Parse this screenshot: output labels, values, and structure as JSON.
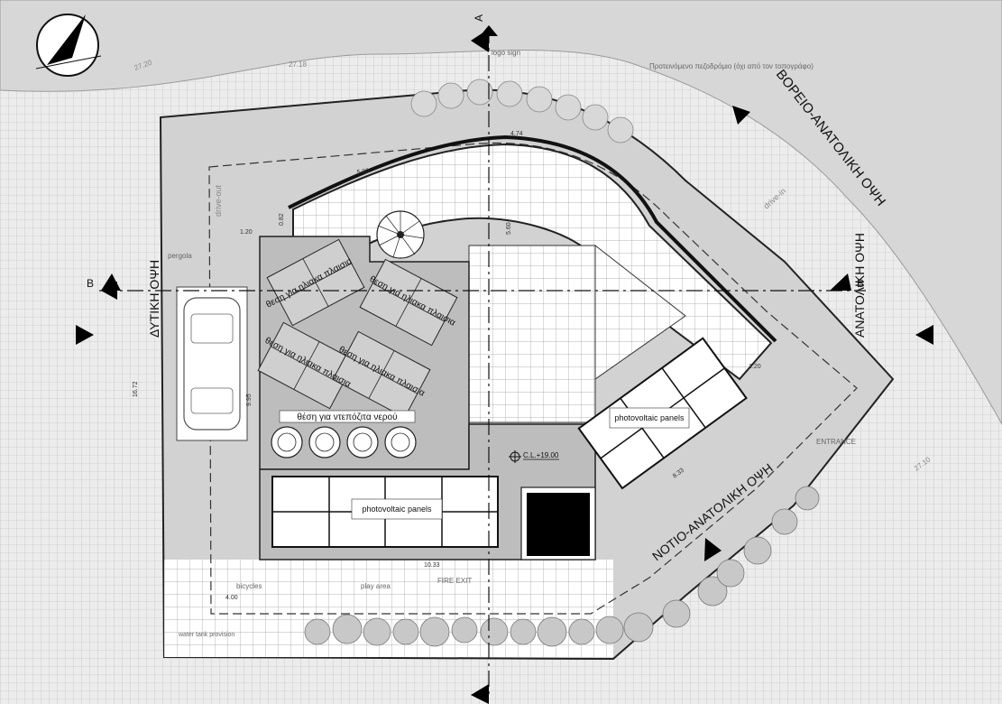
{
  "titles": {
    "north_east": "ΒΟΡΕΙΟ-ΑΝΑΤΟΛΙΚΗ ΟΨΗ",
    "east": "ΑΝΑΤΟΛΙΚΗ ΟΨΗ",
    "west": "ΔΥΤΙΚΗ ΟΨΗ",
    "south_east": "ΝΟΤΙΟ-ΑΝΑΤΟΛΙΚΗ ΟΨΗ"
  },
  "sections": {
    "a": "A",
    "b": "B"
  },
  "solar_panel_spots": [
    "θεση για ηλιακα πλαισια",
    "θεση για ηλιακα πλαισια",
    "θεση για ηλιακα πλαισια",
    "θεση για ηλιακα πλαισια"
  ],
  "water_tanks_label": "θέση για ντεπόζιτα νερού",
  "pv_panels": [
    "photovoltaic panels",
    "photovoltaic panels"
  ],
  "ceiling_level": "C.L.+19.00",
  "misc": {
    "sidewalk": "Προτεινόμενο πεζοδρόμιο (όχι από τον τοπογράφο)",
    "logo_sign": "logo sign",
    "pergola": "pergola",
    "drive_out": "drive-out",
    "drive_in": "drive-in",
    "entrance": "ENTRANCE",
    "fire_exit": "FIRE EXIT",
    "bicycles": "bicycles",
    "play_area": "play area",
    "water_tank_provision": "water tank provision"
  },
  "dimensions": {
    "d500": "5.00",
    "d474": "4.74",
    "d120": "1.20",
    "d082": "0.82",
    "d560": "5.60",
    "d995": "9.95",
    "d1033": "10.33",
    "d1672": "16.72",
    "d833": "8.33",
    "d1120": "1.20",
    "d400": "4.00",
    "d2720": "27.20",
    "d2718": "27.18",
    "d2710": "27.10"
  }
}
